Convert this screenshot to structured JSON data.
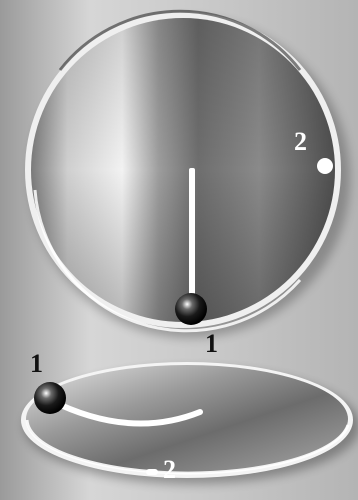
{
  "top_view": {
    "label_1": "1",
    "label_2": "2"
  },
  "side_view": {
    "label_1": "1",
    "label_2": "2"
  }
}
